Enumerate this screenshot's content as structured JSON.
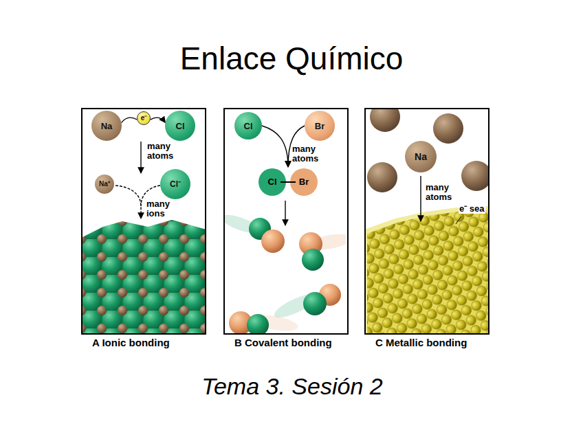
{
  "diagram": {
    "title": "Enlace Químico",
    "caption": "Tema 3. Sesión 2",
    "nodes": [
      {
        "text": [
          "A Ionic bonding"
        ]
      },
      {
        "text": [
          "Na"
        ],
        "in": 0
      },
      {
        "text": [
          "e⁻"
        ],
        "in": 0
      },
      {
        "text": [
          "Cl"
        ],
        "in": 0
      },
      {
        "text": [
          "Na⁺"
        ],
        "in": 0
      },
      {
        "text": [
          "Cl⁻"
        ],
        "in": 0
      },
      {
        "text": [
          "B Covalent bonding"
        ]
      },
      {
        "text": [
          "Cl"
        ],
        "in": 6
      },
      {
        "text": [
          "Br"
        ],
        "in": 6
      },
      {
        "text": [
          "Cl",
          "Br"
        ],
        "in": 6
      },
      {
        "text": [
          "C Metallic bonding"
        ]
      },
      {
        "text": [
          "Na"
        ],
        "in": 10
      }
    ],
    "edges": [
      {
        "from": 1,
        "to": 2,
        "arrow": "none"
      },
      {
        "from": 2,
        "to": 3,
        "arrow": "to"
      },
      {
        "from": 7,
        "to": 9,
        "arrow": "to"
      },
      {
        "from": 8,
        "to": 9,
        "arrow": "to"
      }
    ],
    "labels": [
      "many atoms",
      "many ions",
      "many atoms",
      "many atoms",
      "e⁻ sea"
    ]
  }
}
